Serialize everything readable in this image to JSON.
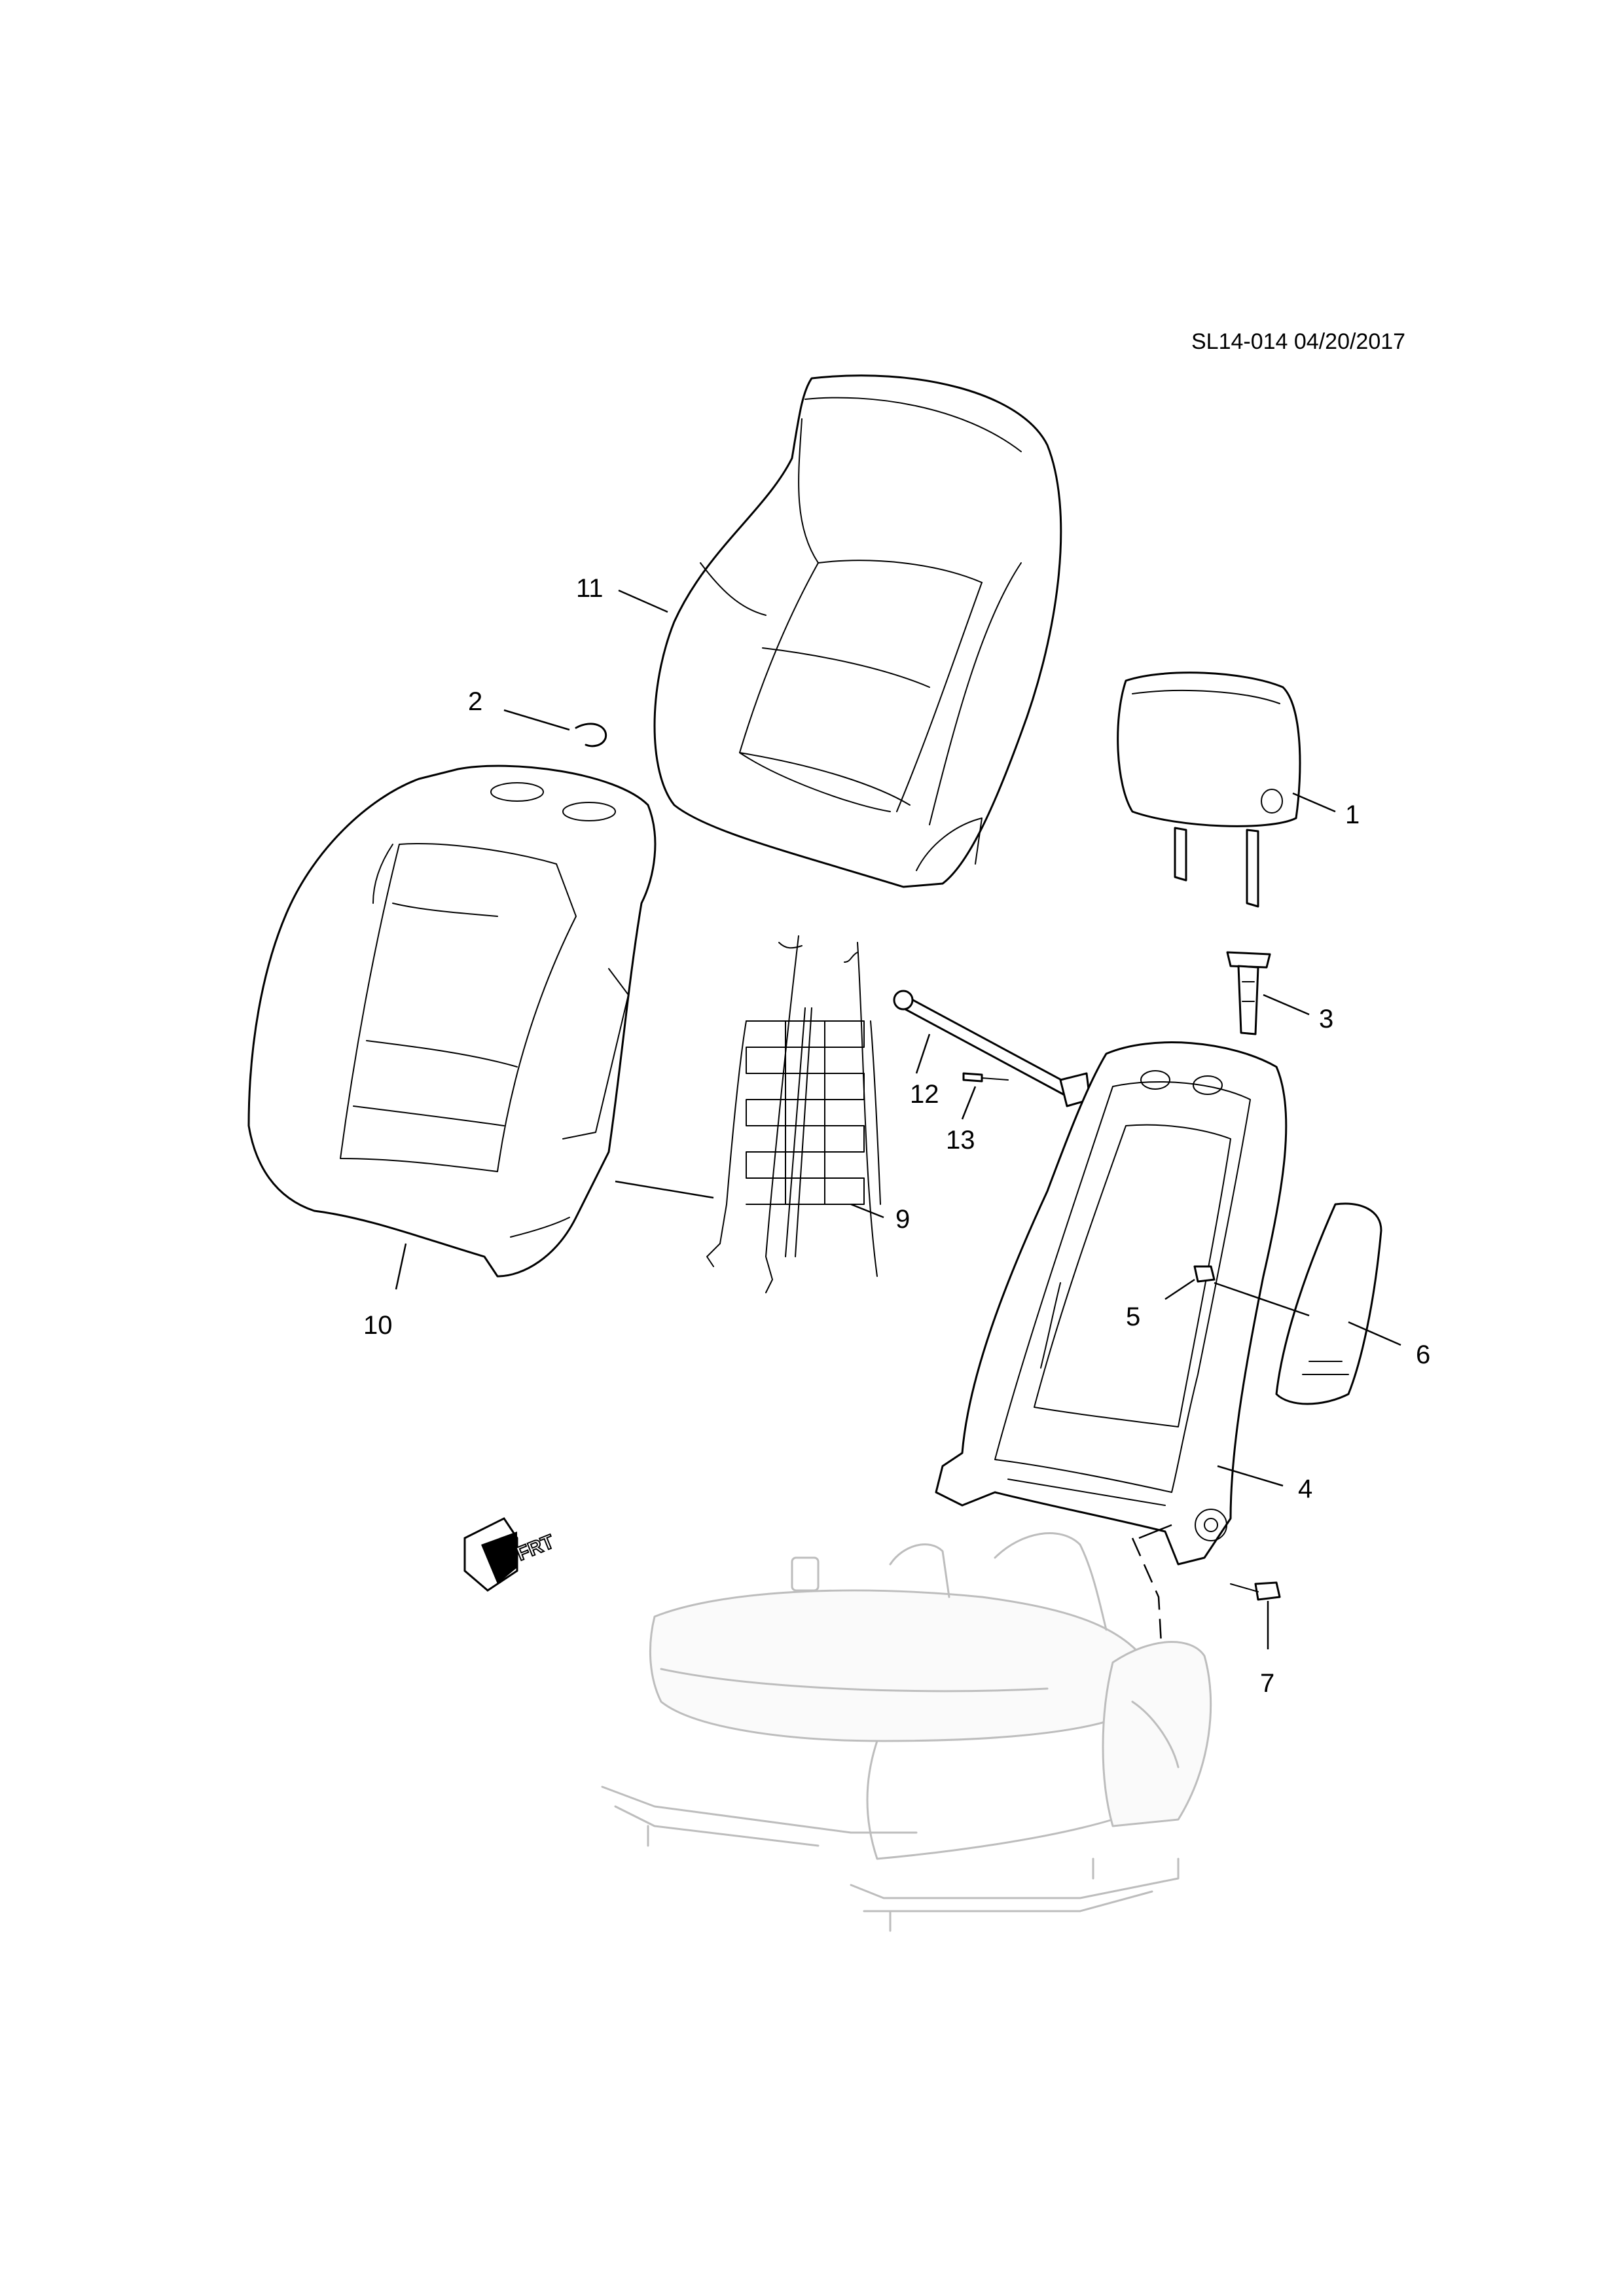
{
  "reference": "SL14-014 04/20/2017",
  "frt_label": "FRT",
  "callouts": {
    "c1": "1",
    "c2": "2",
    "c3": "3",
    "c4": "4",
    "c5": "5",
    "c6": "6",
    "c7": "7",
    "c9": "9",
    "c10": "10",
    "c11": "11",
    "c12": "12",
    "c13": "13"
  }
}
